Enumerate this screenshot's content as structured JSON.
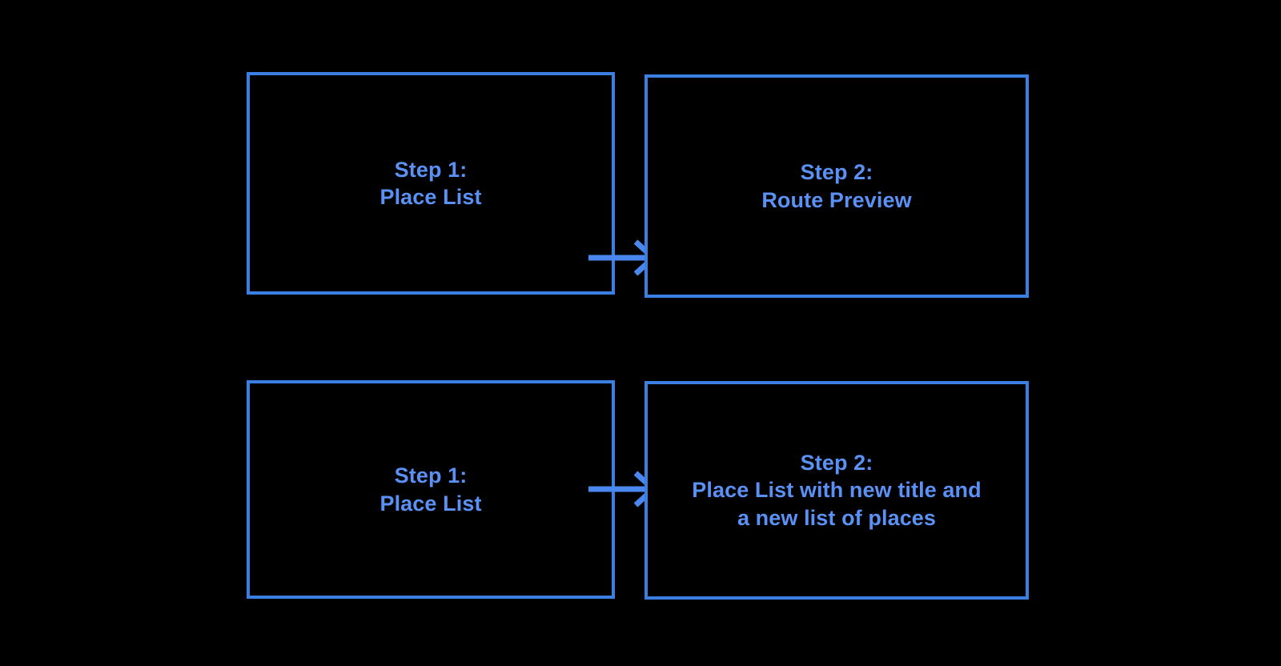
{
  "diagram": {
    "title": "",
    "background_color": "#000000",
    "border_color": "#3b7fe3",
    "text_color": "#5b91f5",
    "arrow_color": "#4a88f0",
    "rows": [
      {
        "id": "row-top",
        "nodes": [
          {
            "id": "top-step-1",
            "label": "Step 1:\nPlace List"
          },
          {
            "id": "top-step-2",
            "label": "Step 2:\nRoute Preview"
          }
        ],
        "connector": {
          "id": "top-arrow",
          "kind": "arrow-right",
          "from": "top-step-1",
          "to": "top-step-2"
        }
      },
      {
        "id": "row-bottom",
        "nodes": [
          {
            "id": "bottom-step-1",
            "label": "Step 1:\nPlace List"
          },
          {
            "id": "bottom-step-2",
            "label": "Step 2:\nPlace List with new title and\na new list of places"
          }
        ],
        "connector": {
          "id": "bottom-arrow",
          "kind": "arrow-right",
          "from": "bottom-step-1",
          "to": "bottom-step-2"
        }
      }
    ]
  }
}
